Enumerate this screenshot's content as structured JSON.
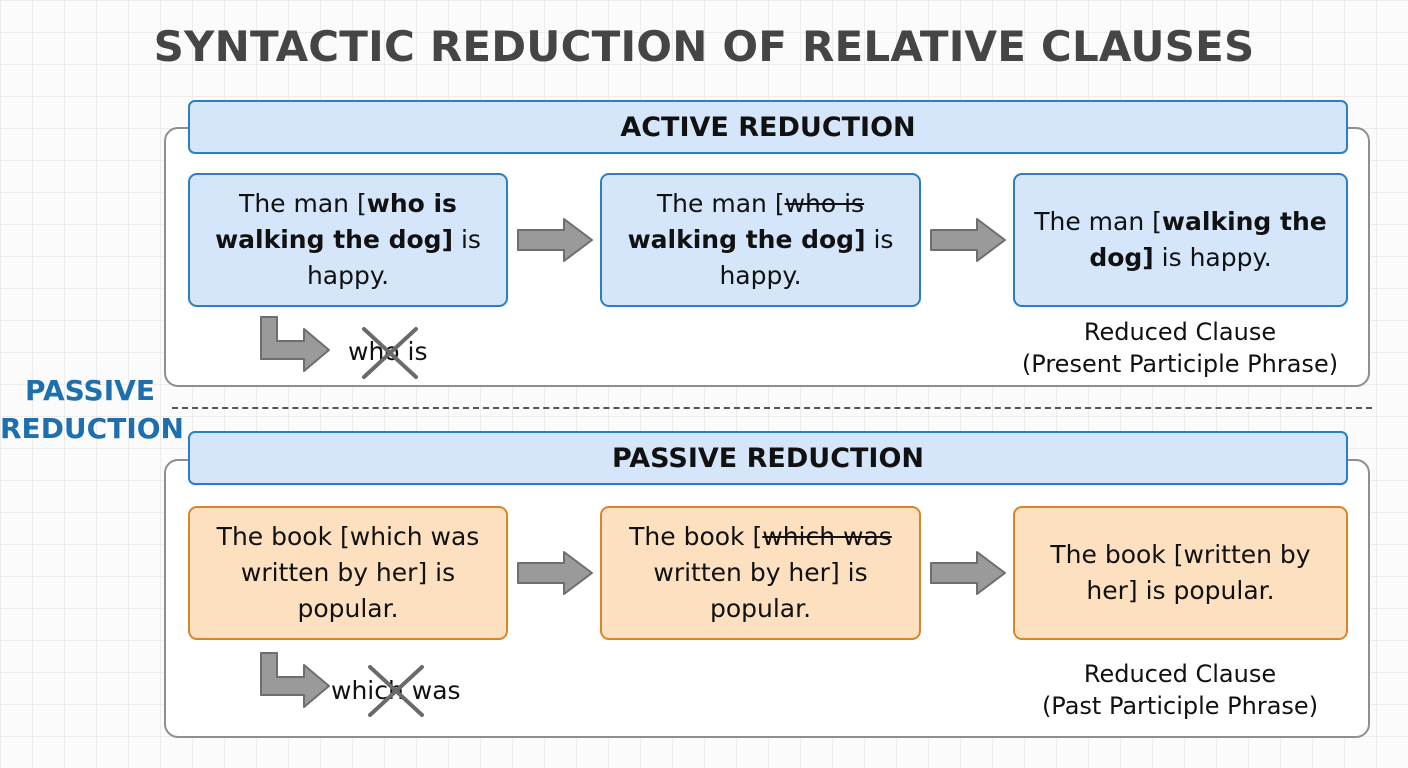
{
  "title": "SYNTACTIC REDUCTION OF RELATIVE CLAUSES",
  "side_label": "PASSIVE REDUCTION",
  "active": {
    "header": "ACTIVE REDUCTION",
    "box1": {
      "pre": "The man [",
      "bold": "who is walking the dog]",
      "post": " is happy."
    },
    "box2": {
      "pre": "The man [",
      "strike": "who is",
      "bold": "walking the dog]",
      "post": " is happy."
    },
    "box3": {
      "pre": "The man [",
      "bold": "walking the dog]",
      "post": " is happy."
    },
    "deleted_words": "who is",
    "note_line1": "Reduced Clause",
    "note_line2": "(Present Participle Phrase)"
  },
  "passive": {
    "header": "PASSIVE REDUCTION",
    "box1": {
      "pre": "The book [which was written by her] is popular."
    },
    "box2": {
      "pre": "The book [",
      "strike": "which was",
      "post": "written by her] is popular."
    },
    "box3": {
      "pre": "The book [written by her] is popular."
    },
    "deleted_words": "which was",
    "note_line1": "Reduced Clause",
    "note_line2": "(Past Participle Phrase)"
  },
  "colors": {
    "blue_fill": "#d5e6fb",
    "blue_border": "#2a7fc2",
    "orange_fill": "#fce0bf",
    "orange_border": "#d9852a",
    "arrow_gray": "#9a9a9a",
    "label_blue": "#1d6fae"
  }
}
